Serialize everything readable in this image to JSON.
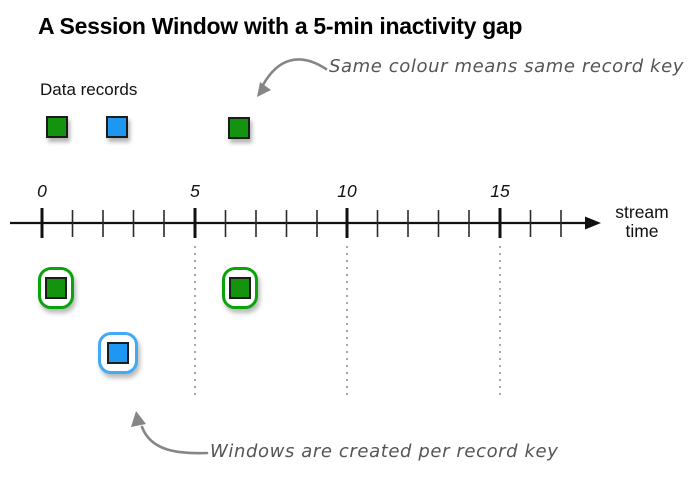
{
  "title": "A Session Window with a 5-min inactivity gap",
  "legend": {
    "label": "Data records"
  },
  "annotations": {
    "same_colour": "Same colour means same record key",
    "windows_per_key": "Windows are created per record key"
  },
  "timeline": {
    "tick_labels": [
      "0",
      "5",
      "10",
      "15"
    ],
    "axis_label": [
      "stream",
      "time"
    ],
    "range": [
      0,
      17
    ],
    "major_tick_interval": 5,
    "minor_tick_interval": 1,
    "inactivity_gap_minutes": 5
  },
  "records": [
    {
      "key": "green",
      "approx_time": 0.5
    },
    {
      "key": "blue",
      "approx_time": 2.5
    },
    {
      "key": "green",
      "approx_time": 6.5
    }
  ],
  "session_windows": [
    {
      "key": "green",
      "approx_time": 0.5,
      "row": 1
    },
    {
      "key": "blue",
      "approx_time": 2.5,
      "row": 2
    },
    {
      "key": "green",
      "approx_time": 6.5,
      "row": 1
    }
  ],
  "colors": {
    "record_green": "#14940e",
    "record_blue": "#1e97f2",
    "window_border_green": "#0ba30b",
    "window_border_blue": "#42aaf5",
    "square_border": "#1c1c1c",
    "annotation_gray": "#555555",
    "arrow_gray": "#868686",
    "axis_black": "#111111",
    "gridline_gray": "#a9a9a9"
  }
}
